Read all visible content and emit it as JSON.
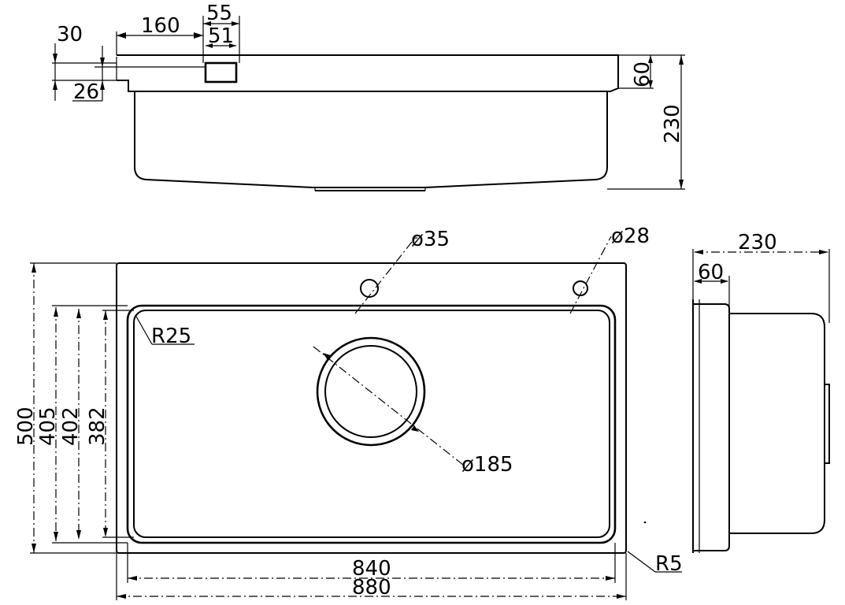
{
  "drawing": {
    "title": "",
    "subject": "Single-bowl kitchen sink technical drawing",
    "units": "mm",
    "colors": {
      "ink": "#000000",
      "paper": "#ffffff"
    }
  },
  "top_view": {
    "dim_160": "160",
    "dim_55": "55",
    "dim_51": "51",
    "dim_30": "30",
    "dim_26": "26",
    "dim_60": "60",
    "dim_230": "230"
  },
  "plan_view": {
    "hole_35": "ø35",
    "hole_28": "ø28",
    "drain_185": "ø185",
    "radius_25": "R25",
    "radius_5": "R5",
    "dim_500": "500",
    "dim_405": "405",
    "dim_402": "402",
    "dim_382": "382",
    "dim_840": "840",
    "dim_880": "880"
  },
  "side_view": {
    "dim_230": "230",
    "dim_60": "60"
  }
}
